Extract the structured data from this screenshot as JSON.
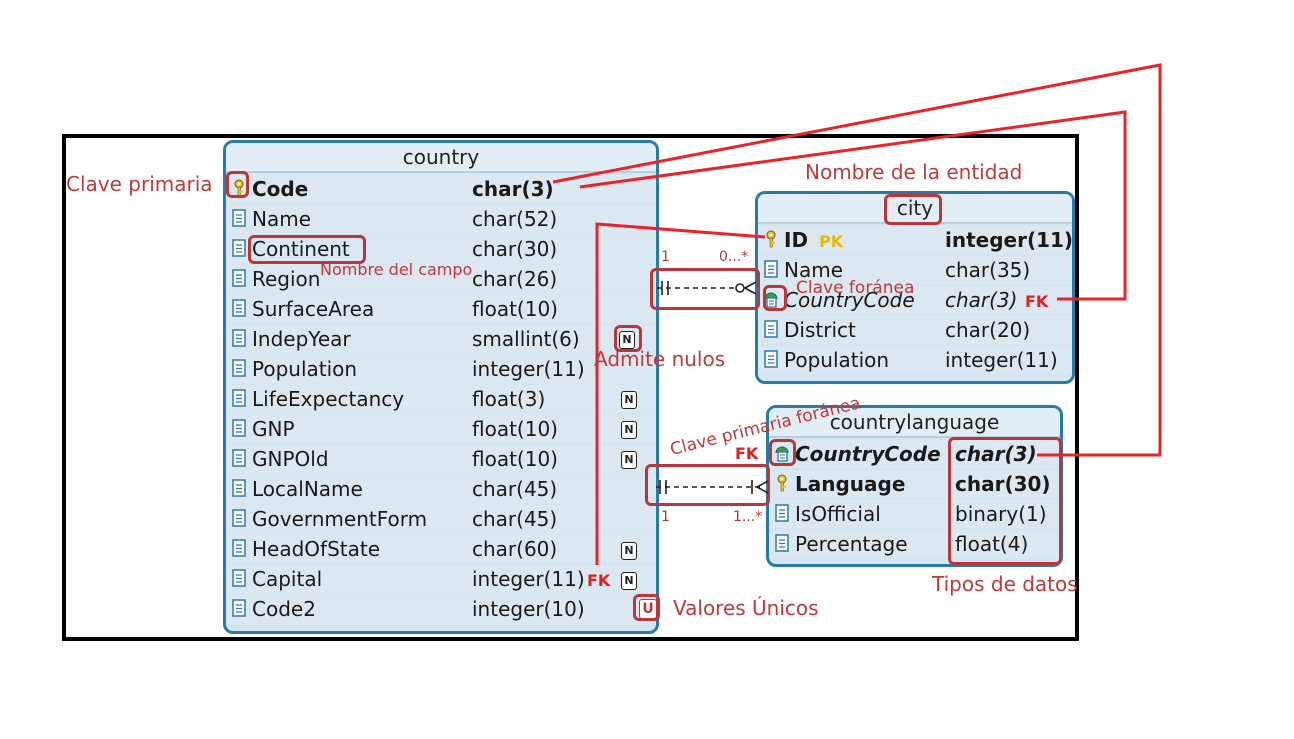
{
  "entities": {
    "country": {
      "title": "country",
      "rows": [
        {
          "name": "Code",
          "type": "char(3)"
        },
        {
          "name": "Name",
          "type": "char(52)"
        },
        {
          "name": "Continent",
          "type": "char(30)"
        },
        {
          "name": "Region",
          "type": "char(26)"
        },
        {
          "name": "SurfaceArea",
          "type": "float(10)"
        },
        {
          "name": "IndepYear",
          "type": "smallint(6)"
        },
        {
          "name": "Population",
          "type": "integer(11)"
        },
        {
          "name": "LifeExpectancy",
          "type": "float(3)"
        },
        {
          "name": "GNP",
          "type": "float(10)"
        },
        {
          "name": "GNPOld",
          "type": "float(10)"
        },
        {
          "name": "LocalName",
          "type": "char(45)"
        },
        {
          "name": "GovernmentForm",
          "type": "char(45)"
        },
        {
          "name": "HeadOfState",
          "type": "char(60)"
        },
        {
          "name": "Capital",
          "type": "integer(11)"
        },
        {
          "name": "Code2",
          "type": "integer(10)"
        }
      ]
    },
    "city": {
      "title": "city",
      "rows": [
        {
          "name": "ID",
          "type": "integer(11)"
        },
        {
          "name": "Name",
          "type": "char(35)"
        },
        {
          "name": "CountryCode",
          "type": "char(3)"
        },
        {
          "name": "District",
          "type": "char(20)"
        },
        {
          "name": "Population",
          "type": "integer(11)"
        }
      ]
    },
    "countrylanguage": {
      "title": "countrylanguage",
      "rows": [
        {
          "name": "CountryCode",
          "type": "char(3)"
        },
        {
          "name": "Language",
          "type": "char(30)"
        },
        {
          "name": "IsOfficial",
          "type": "binary(1)"
        },
        {
          "name": "Percentage",
          "type": "float(4)"
        }
      ]
    }
  },
  "badges": {
    "null": "N",
    "unique": "U"
  },
  "annotations": {
    "primary_key": "Clave primaria",
    "entity_name": "Nombre de la entidad",
    "field_name": "Nombre del campo",
    "foreign_key": "Clave foránea",
    "nullable": "Admite nulos",
    "foreign_primary_key": "Clave primaria foránea",
    "data_types": "Tipos de datos",
    "unique_values": "Valores Únicos"
  },
  "markers": {
    "pk": "PK",
    "fk": "FK"
  },
  "cardinality": {
    "city_left": "1",
    "city_right": "0...*",
    "lang_left": "1",
    "lang_right": "1...*"
  },
  "colors": {
    "entity_border": "#2a7aa6",
    "annotation": "#c0393b",
    "fk": "#e02020",
    "pk": "#e8b800",
    "line": "#e8242a"
  }
}
